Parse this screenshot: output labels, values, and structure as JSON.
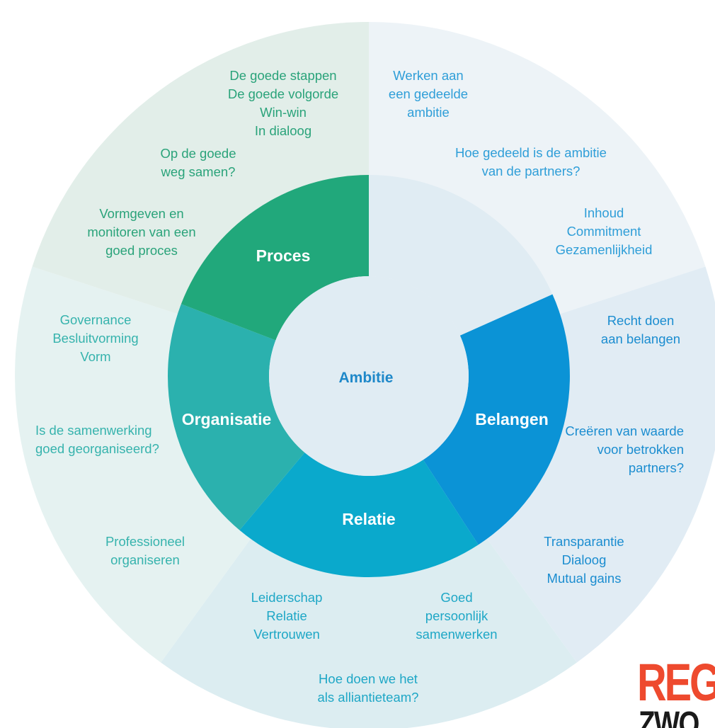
{
  "segments": {
    "proces": "Proces",
    "belangen": "Belangen",
    "relatie": "Relatie",
    "organisatie": "Organisatie"
  },
  "hub": "Ambitie",
  "outer": {
    "proces": {
      "steps": [
        "De goede stappen",
        "De goede volgorde",
        "Win-win",
        "In dialoog"
      ],
      "question": [
        "Op de goede",
        "weg samen?"
      ],
      "focus": [
        "Vormgeven en",
        "monitoren van een",
        "goed proces"
      ]
    },
    "ambitie": {
      "focus": [
        "Werken aan",
        "een gedeelde",
        "ambitie"
      ],
      "question": [
        "Hoe gedeeld is de ambitie",
        "van de partners?"
      ],
      "items": [
        "Inhoud",
        "Commitment",
        "Gezamenlijkheid"
      ]
    },
    "belangen": {
      "focus": [
        "Recht doen",
        "aan belangen"
      ],
      "question": [
        "Creëren van waarde",
        "voor betrokken",
        "partners?"
      ],
      "items": [
        "Transparantie",
        "Dialoog",
        "Mutual gains"
      ]
    },
    "relatie": {
      "items": [
        "Leiderschap",
        "Relatie",
        "Vertrouwen"
      ],
      "focus": [
        "Goed",
        "persoonlijk",
        "samenwerken"
      ],
      "question": [
        "Hoe doen we het",
        "als alliantieteam?"
      ]
    },
    "organisatie": {
      "items": [
        "Governance",
        "Besluitvorming",
        "Vorm"
      ],
      "question": [
        "Is de samenwerking",
        "goed georganiseerd?"
      ],
      "focus": [
        "Professioneel",
        "organiseren"
      ]
    }
  },
  "logo": {
    "line1": "REG",
    "line2": "ZWO"
  },
  "colors": {
    "proces": "#21a87b",
    "belangen": "#0b93d6",
    "relatie": "#0aa9cc",
    "organisatie": "#2bb1ae",
    "hub": "#e0ecf3",
    "logo_accent": "#ee4a2e"
  }
}
